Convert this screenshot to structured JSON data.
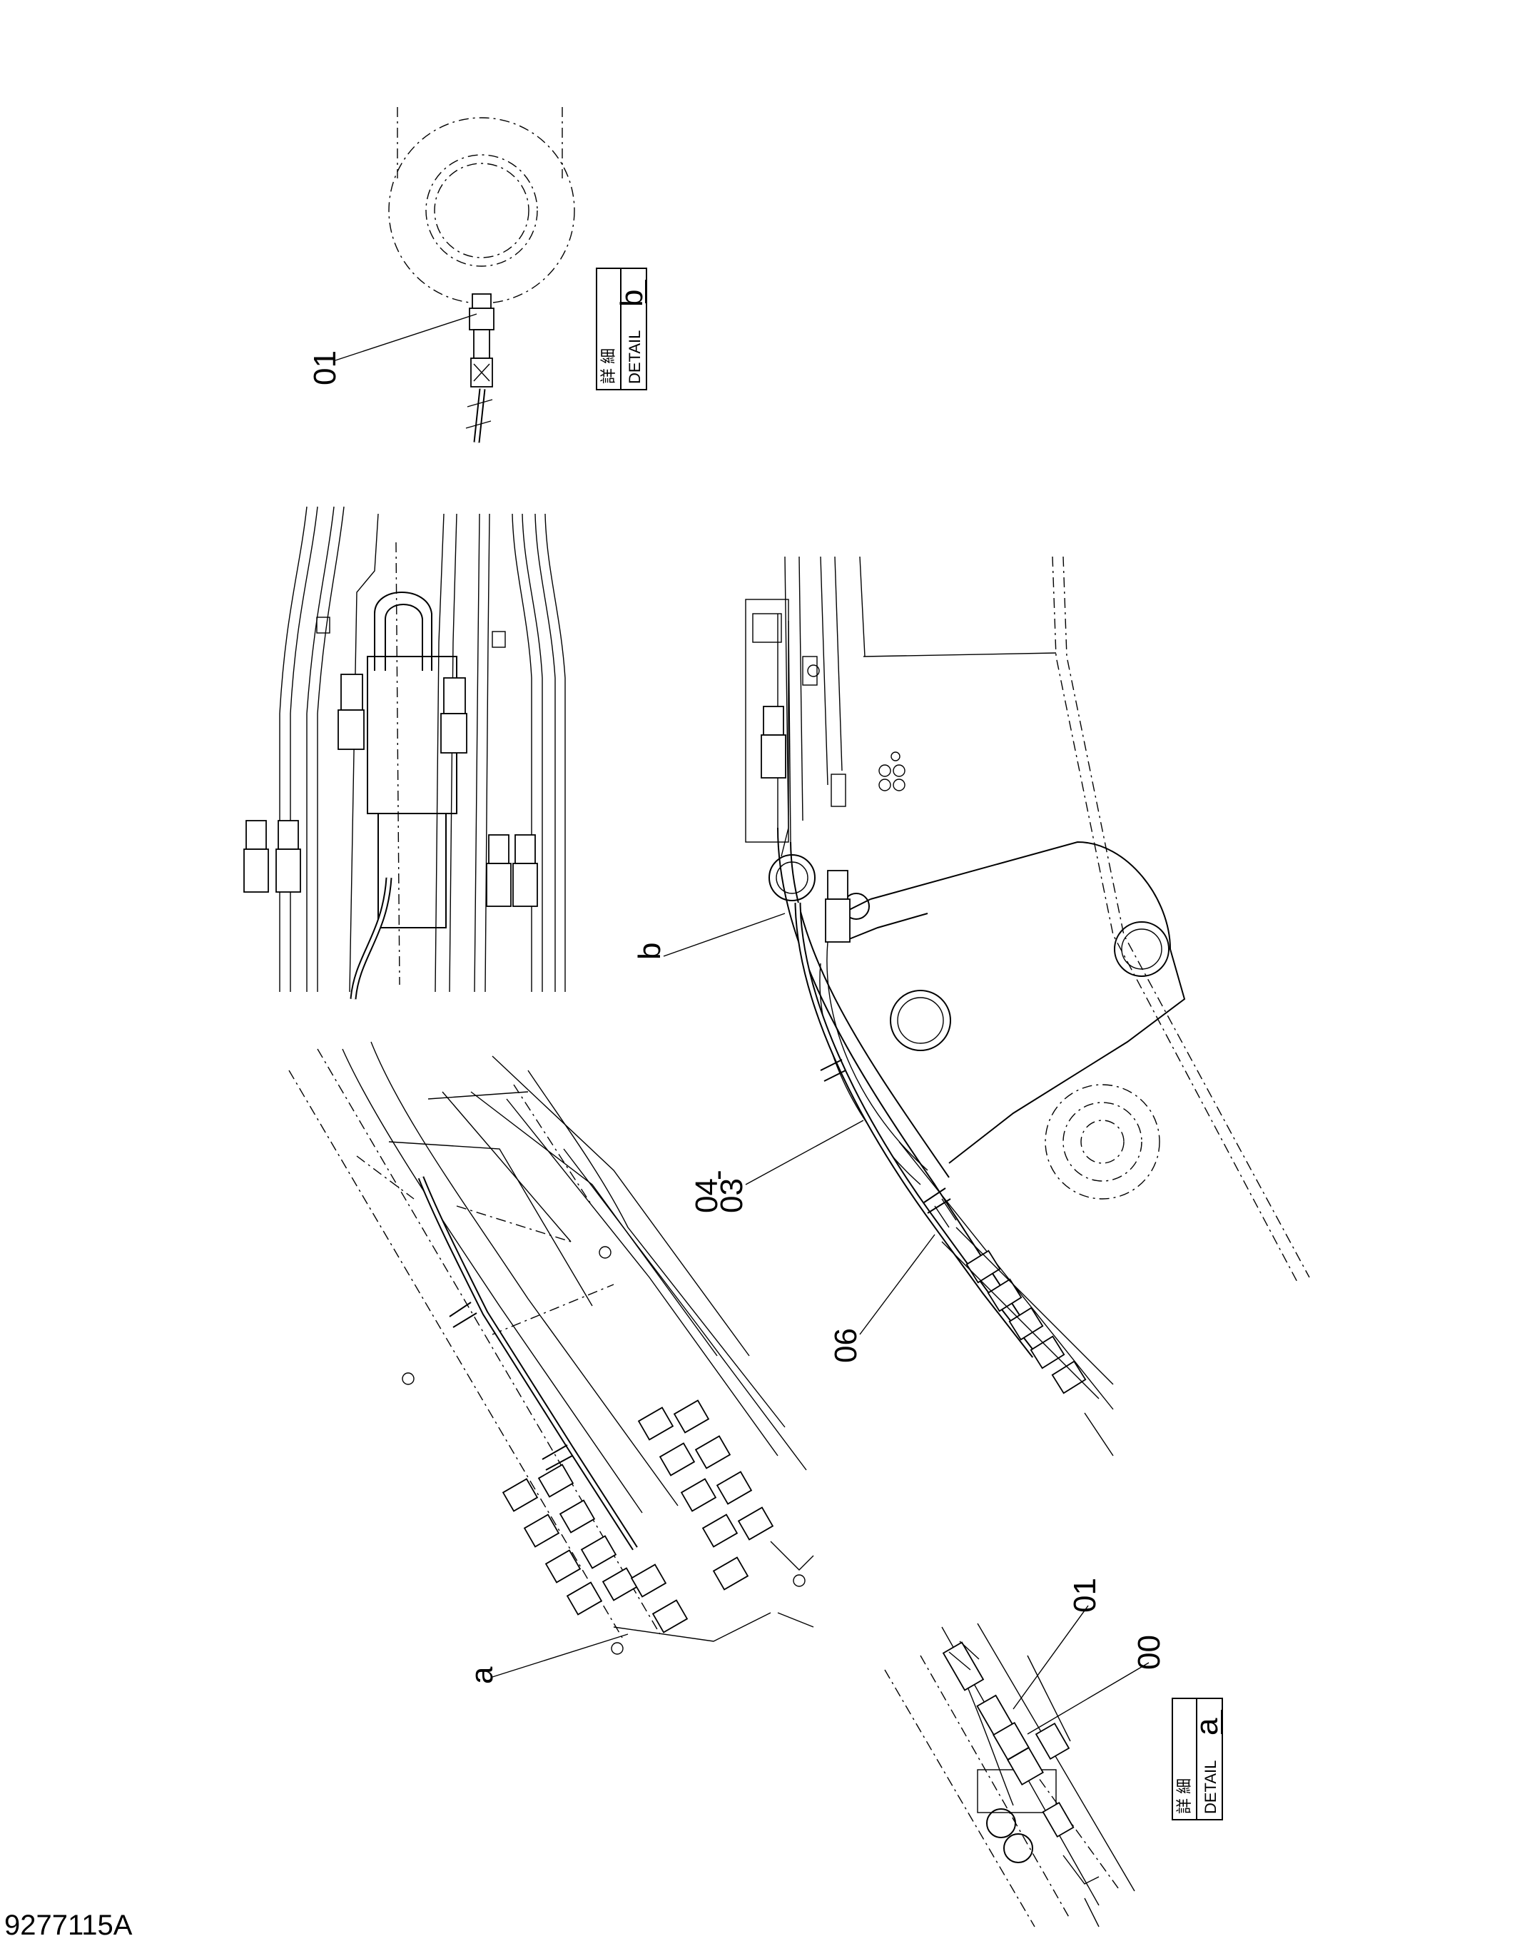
{
  "callouts": {
    "detail_b_part": "01",
    "ref_a": "a",
    "ref_b": "b",
    "part_04": "04",
    "dash": "-",
    "part_03": "03",
    "part_06": "06",
    "detail_a_part_01": "01",
    "detail_a_part_00": "00"
  },
  "detail_box_b": {
    "kanji": "詳 細",
    "label": "DETAIL",
    "letter": "b"
  },
  "detail_box_a": {
    "kanji": "詳 細",
    "label": "DETAIL",
    "letter": "a"
  },
  "document_number": "9277115A"
}
